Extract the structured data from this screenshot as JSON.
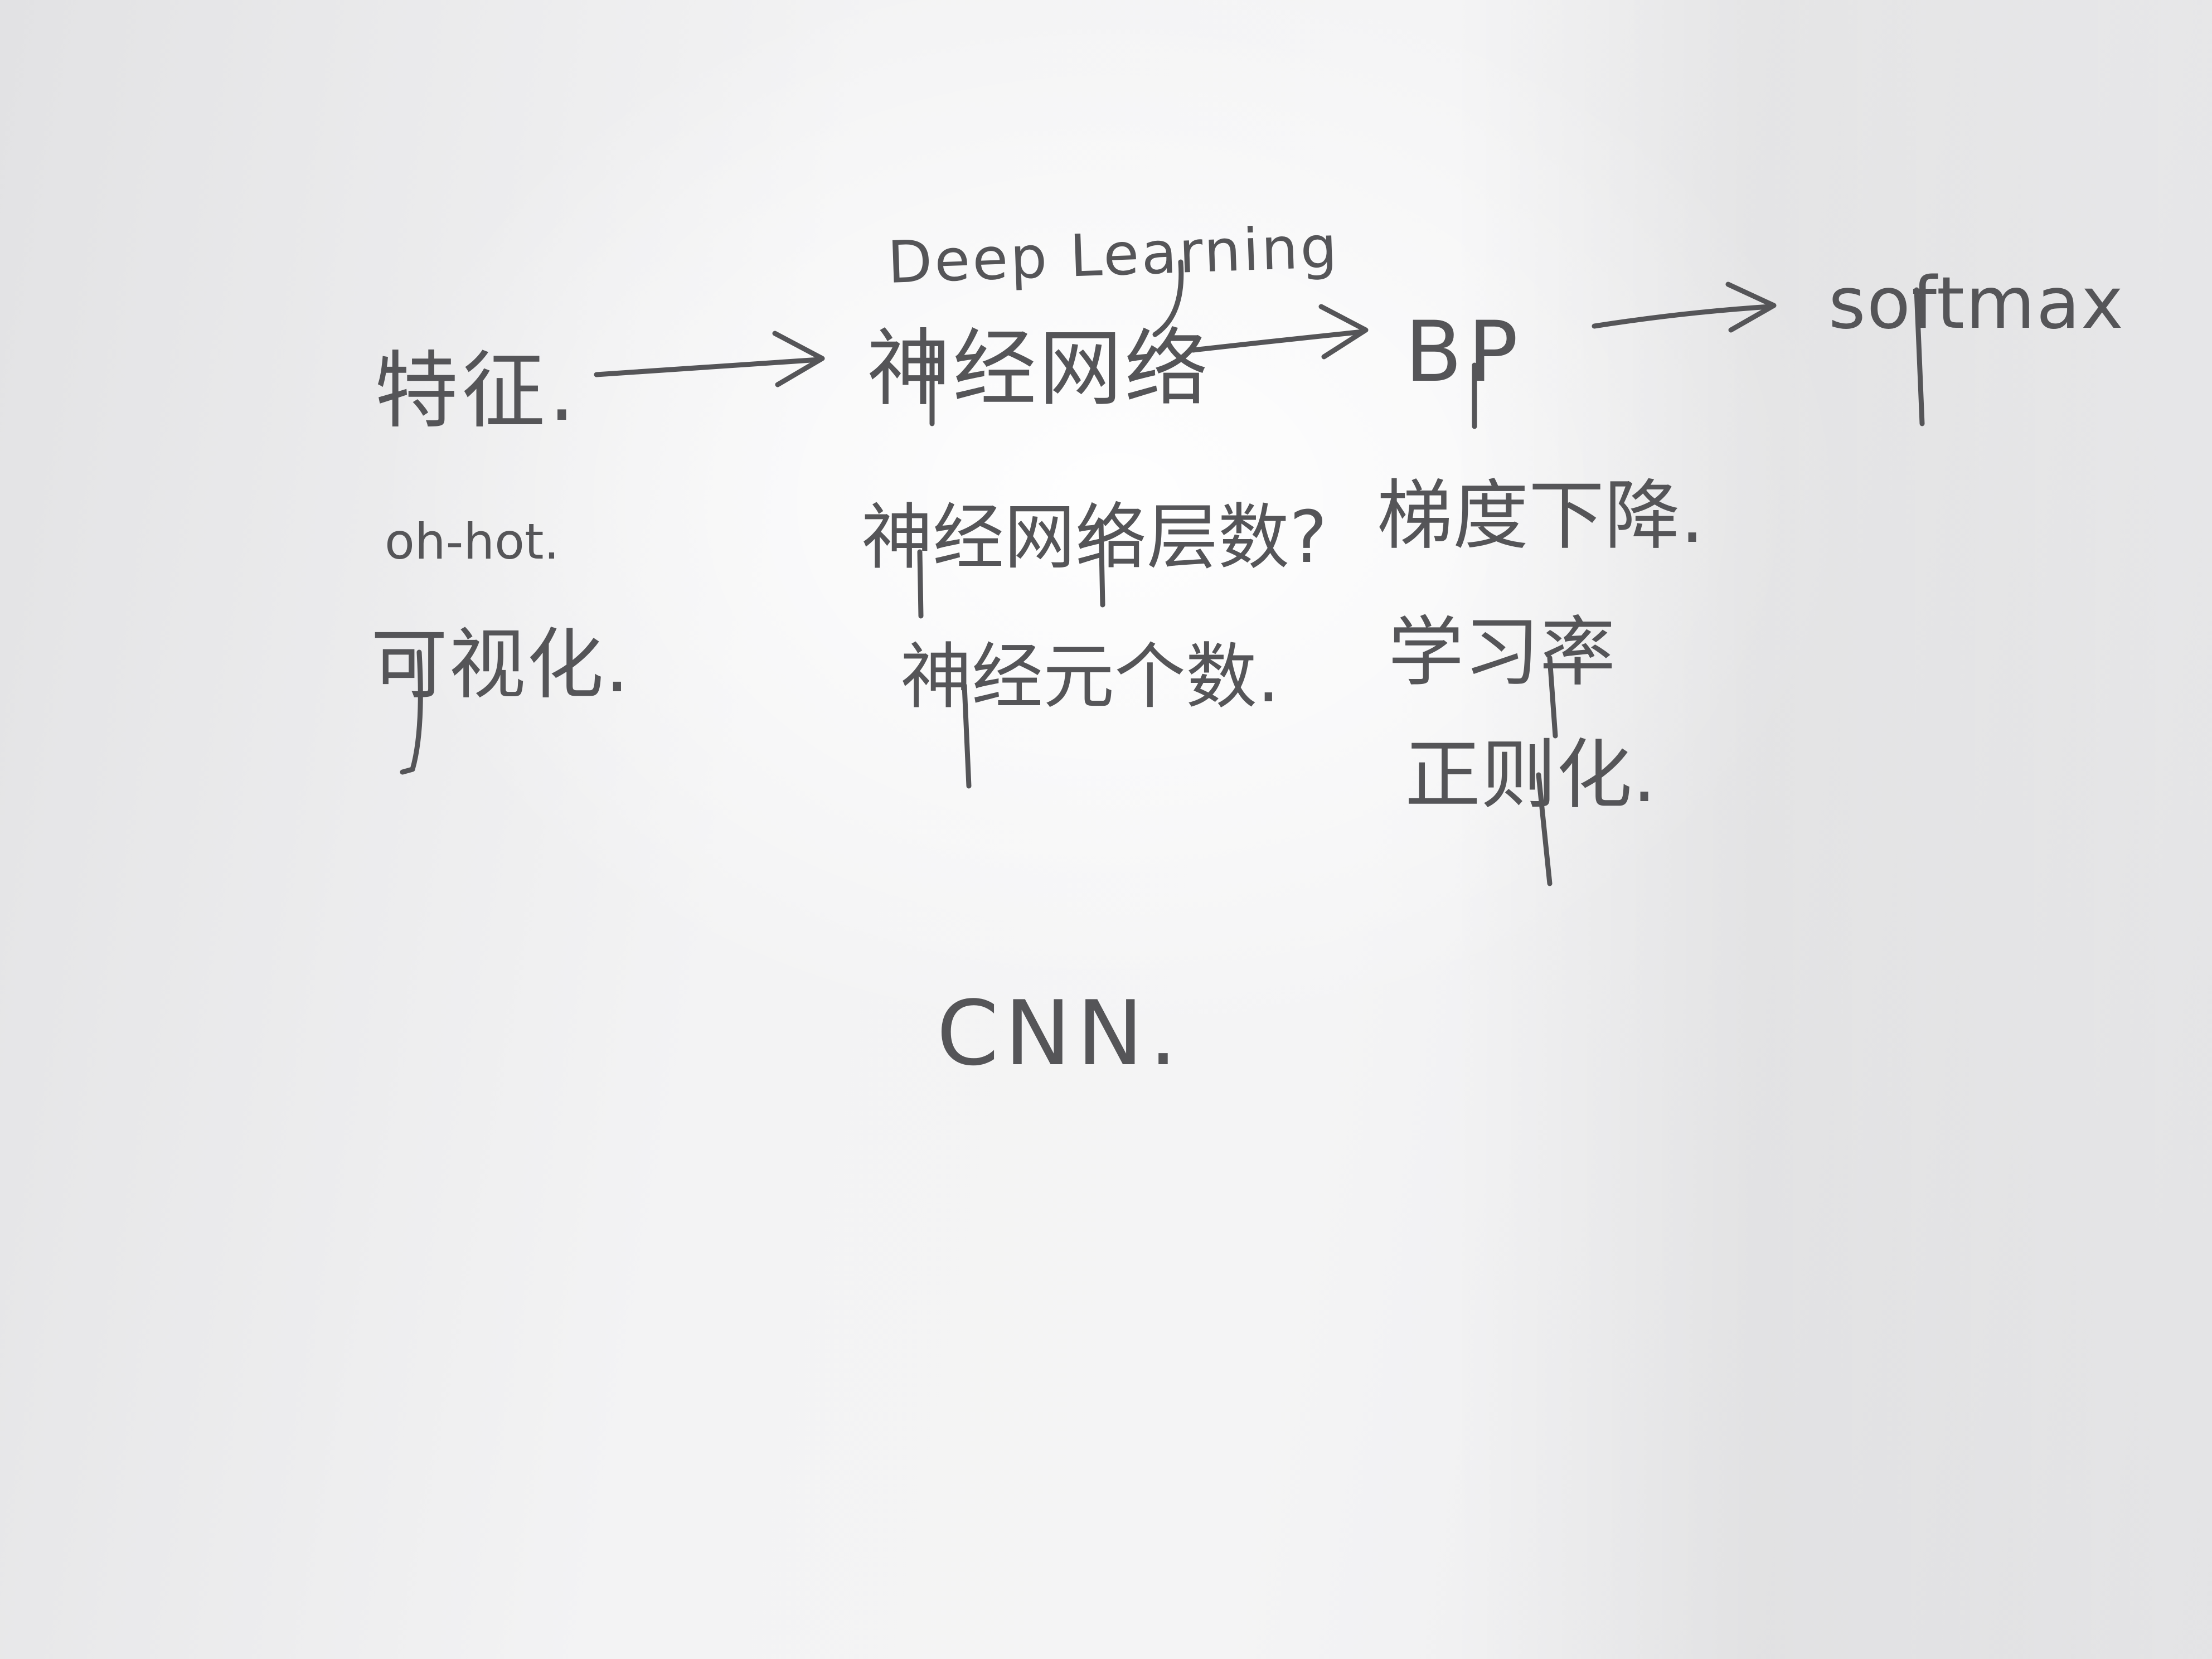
{
  "notes": {
    "features": "特征.",
    "deep_learning": "Deep Learning",
    "neural_network": "神经网络",
    "bp": "BP",
    "softmax": "softmax",
    "one_hot": "oh-hot.",
    "visualization": "可视化.",
    "layers": "神经网络层数?",
    "neurons": "神经元个数.",
    "gradient_descent": "梯度下降.",
    "learning_rate": "学习率",
    "regularization": "正则化.",
    "cnn": "CNN."
  },
  "colors": {
    "ink": "#555558",
    "paper": "#eeeeef"
  }
}
